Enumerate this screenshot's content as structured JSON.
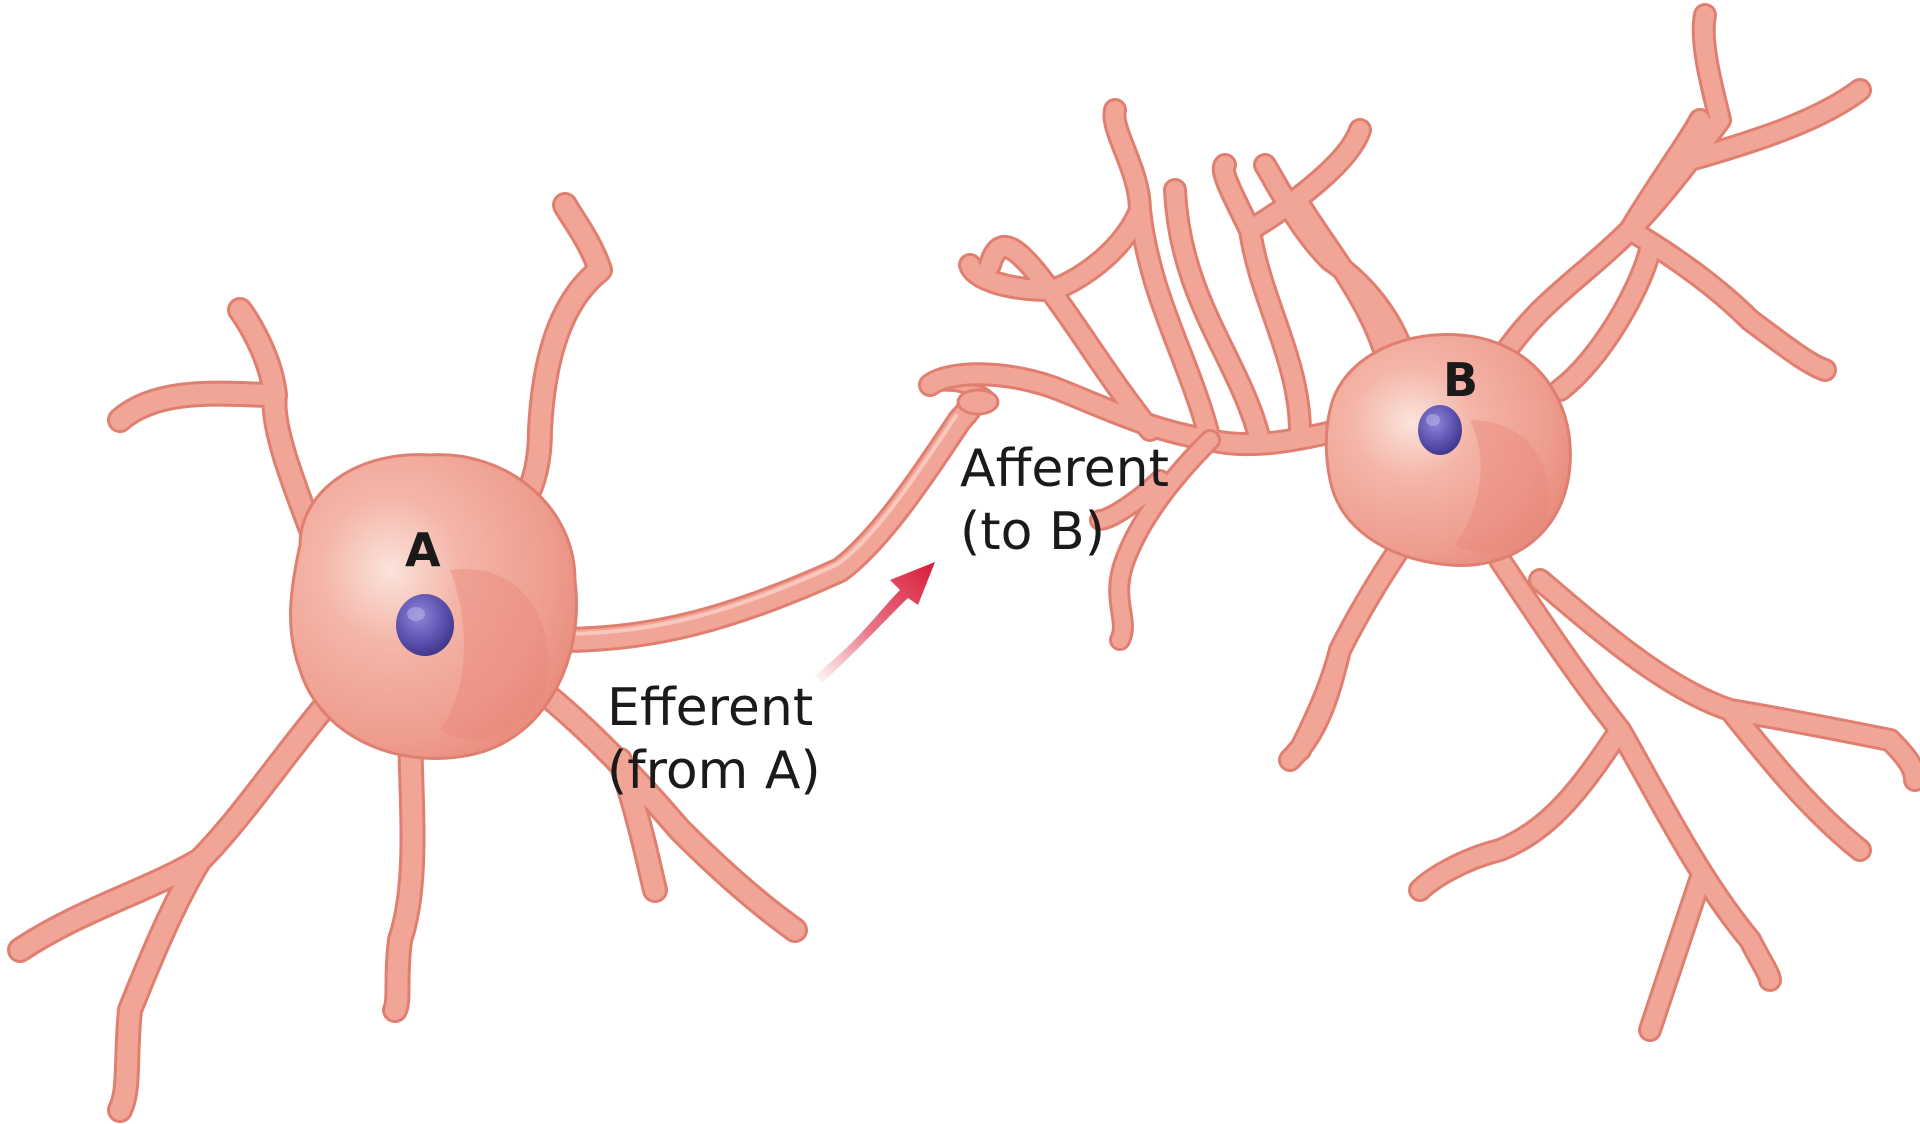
{
  "neurons": {
    "a": {
      "label": "A"
    },
    "b": {
      "label": "B"
    }
  },
  "labels": {
    "efferent": {
      "line1": "Efferent",
      "line2": "(from A)"
    },
    "afferent": {
      "line1": "Afferent",
      "line2": "(to B)"
    }
  },
  "colors": {
    "cell_body": "#f0a496",
    "cell_outline": "#e07f70",
    "nucleus": "#5e52b0",
    "arrow": "#d91a38",
    "text": "#1a1a1a"
  },
  "icons": {
    "arrow": "arrow-up-right-icon"
  }
}
